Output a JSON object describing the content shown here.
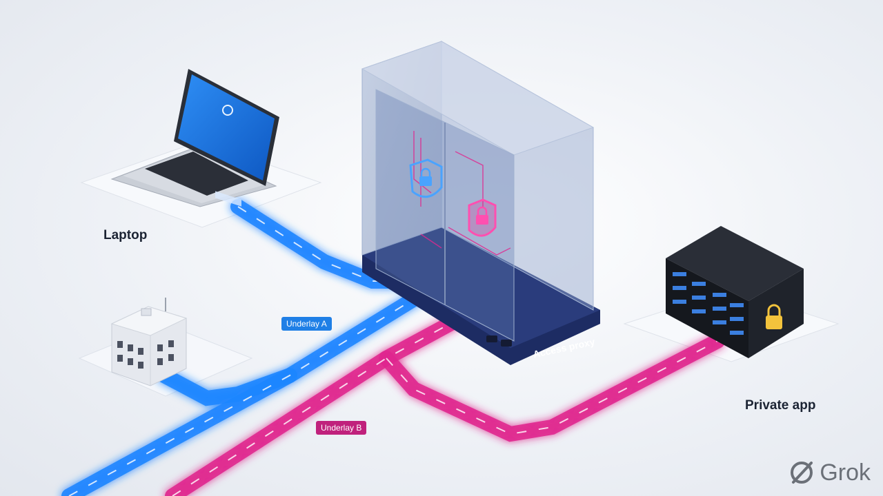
{
  "nodes": {
    "laptop": "Laptop",
    "proxy": "Access proxy",
    "app": "Private app"
  },
  "links": {
    "underlay_a": "Underlay A",
    "underlay_b": "Underlay B"
  },
  "watermark": "Grok",
  "colors": {
    "underlay_a": "#1f86ff",
    "underlay_b": "#e0288f",
    "proxy_base": "#1d2c63",
    "server": "#14171e",
    "lock": "#f3c33c"
  },
  "icons": [
    "laptop-icon",
    "building-icon",
    "server-icon",
    "shield-lock-icon",
    "padlock-icon",
    "grok-logo-icon"
  ]
}
